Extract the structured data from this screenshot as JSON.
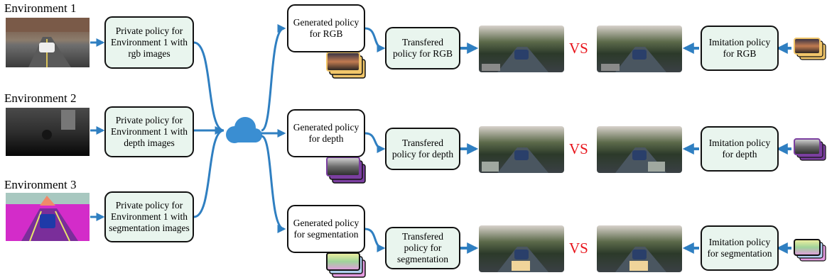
{
  "environments": [
    {
      "label": "Environment 1",
      "policy": "Private policy for Environment 1 with rgb images"
    },
    {
      "label": "Environment 2",
      "policy": "Private policy for Environment 1 with depth images"
    },
    {
      "label": "Environment 3",
      "policy": "Private policy for Environment 1 with segmentation images"
    }
  ],
  "rows": [
    {
      "generated": "Generated policy for RGB",
      "transferred": "Transfered policy for RGB",
      "vs": "VS",
      "imitation": "Imitation policy for RGB",
      "stack_color": "#f1c66a",
      "modality": "rgb"
    },
    {
      "generated": "Generated policy for depth",
      "transferred": "Transfered policy for depth",
      "vs": "VS",
      "imitation": "Imitation policy for depth",
      "stack_color": "#7b3fa0",
      "modality": "depth"
    },
    {
      "generated": "Generated policy for segmentation",
      "transferred": "Transfered policy for segmentation",
      "vs": "VS",
      "imitation": "Imitation policy for segmentation",
      "stack_color": "#111111",
      "modality": "segmentation"
    }
  ],
  "colors": {
    "arrow": "#2f7fc1",
    "cloud": "#3a8ed2",
    "vs": "#e8141b",
    "box_fill": "#e9f5ee"
  }
}
